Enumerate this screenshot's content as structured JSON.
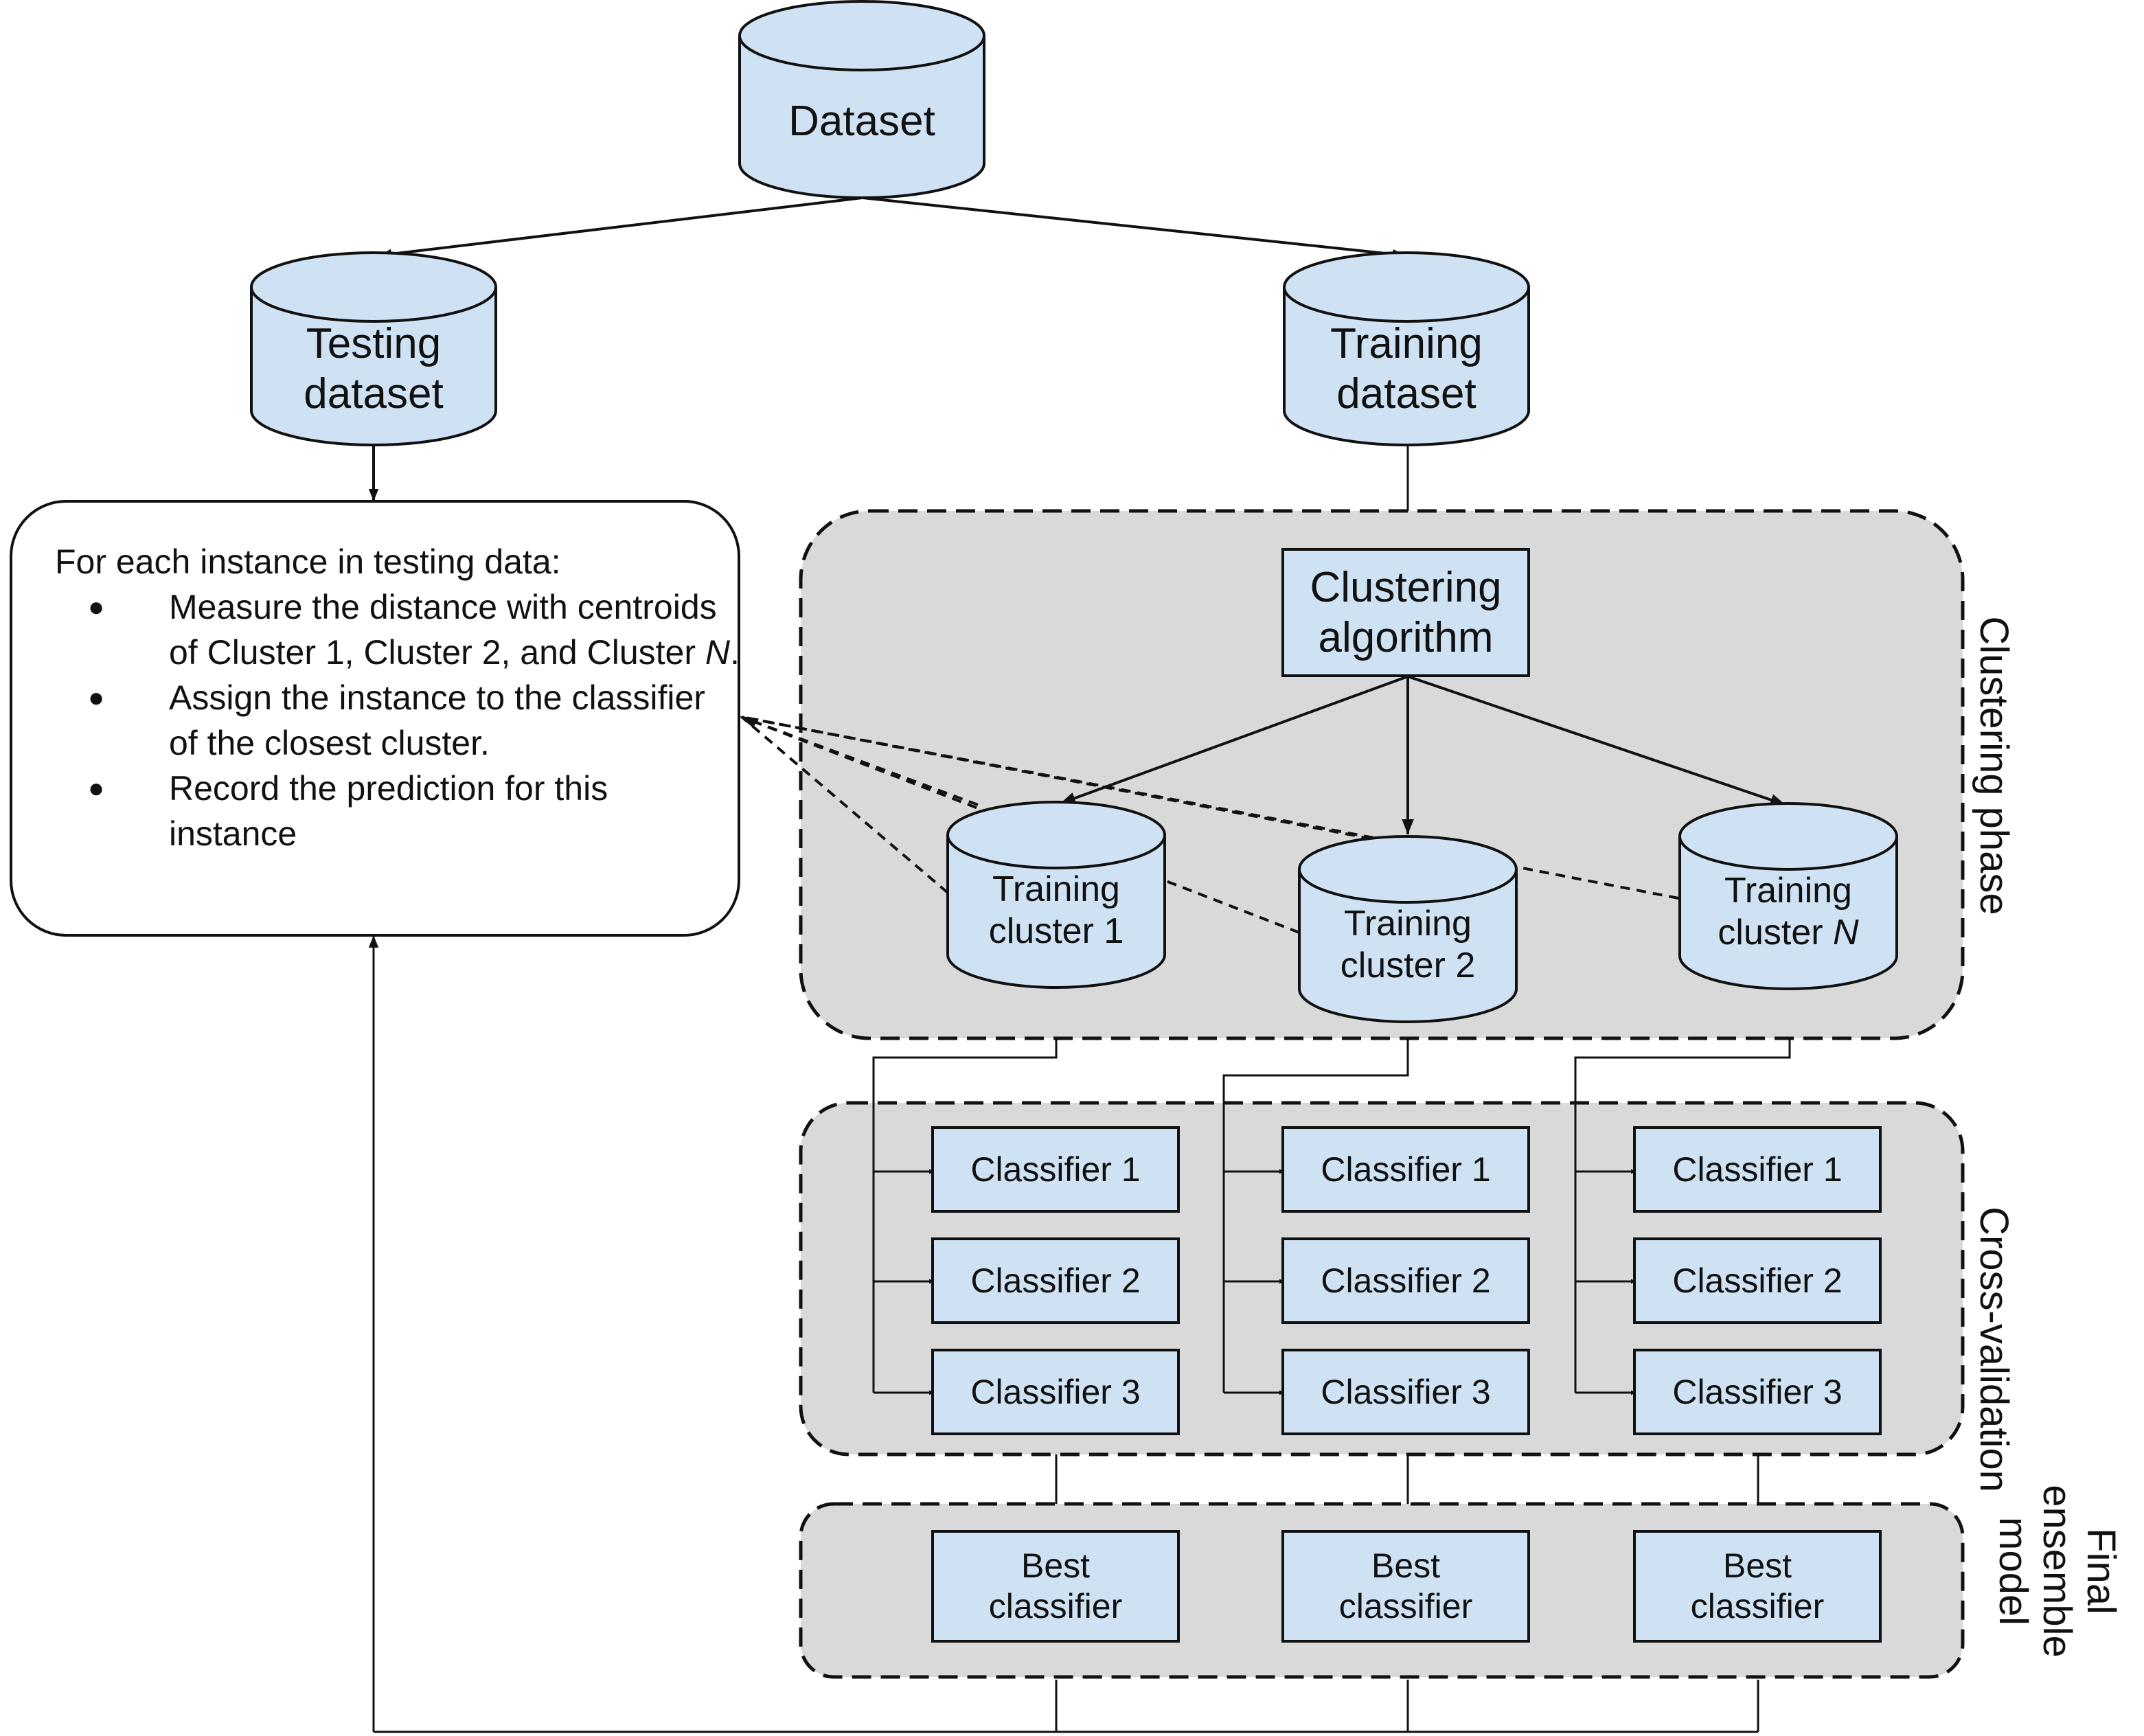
{
  "nodes": {
    "dataset": "Dataset",
    "testing_dataset": [
      "Testing",
      "dataset"
    ],
    "training_dataset": [
      "Training",
      "dataset"
    ],
    "clustering_algorithm": [
      "Clustering",
      "algorithm"
    ],
    "training_cluster_1": [
      "Training",
      "cluster 1"
    ],
    "training_cluster_2": [
      "Training",
      "cluster 2"
    ],
    "training_cluster_n_line1": "Training",
    "training_cluster_n_prefix": "cluster ",
    "training_cluster_n_italic": "N",
    "classifier_1": "Classifier 1",
    "classifier_2": "Classifier 2",
    "classifier_3": "Classifier 3",
    "best_classifier": [
      "Best",
      "classifier"
    ]
  },
  "phases": {
    "clustering": "Clustering phase",
    "cross_validation": "Cross-validation",
    "final_ensemble": [
      "Final",
      "ensemble",
      "model"
    ]
  },
  "instructions": {
    "heading": "For each instance in testing data:",
    "bullet1_a": "Measure the distance with centroids of Cluster 1, Cluster 2, and Cluster ",
    "bullet1_italic": "N",
    "bullet1_end": ".",
    "bullet2": "Assign the instance to the classifier of the closest cluster.",
    "bullet3": "Record the prediction for this instance",
    "bullet_glyph": "●"
  },
  "colors": {
    "node_fill": "#cfe2f3",
    "phase_fill": "#d9d9d9",
    "stroke": "#111111"
  }
}
